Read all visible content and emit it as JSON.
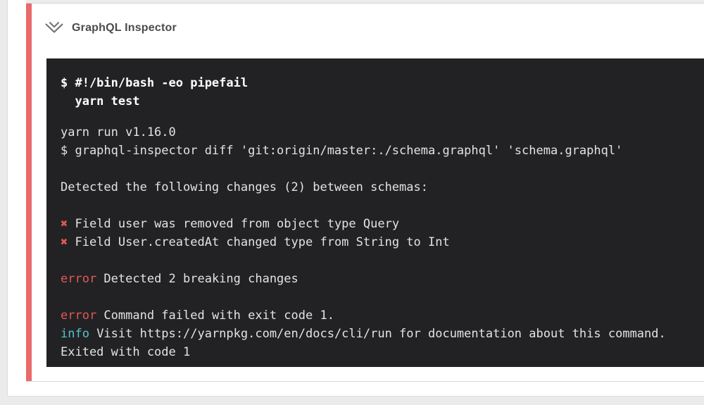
{
  "colors": {
    "page_background": "#ebebeb",
    "panel_background": "#ffffff",
    "panel_border": "#dcdcdc",
    "stripe_red": "#e96a6a",
    "terminal_background": "#222225",
    "terminal_text": "#e3e3e3",
    "command_text": "#ffffff",
    "error_red": "#e25858",
    "info_cyan": "#57c3ce",
    "title_text": "#4b4b4b"
  },
  "step": {
    "title": "GraphQL Inspector",
    "status": "failed",
    "collapse_icon": "double-chevron-down-icon"
  },
  "terminal": {
    "command_lines": [
      "$ #!/bin/bash -eo pipefail",
      "  yarn test"
    ],
    "output_lines": [
      [
        {
          "text": "yarn run v1.16.0"
        }
      ],
      [
        {
          "text": "$ graphql-inspector diff 'git:origin/master:./schema.graphql' 'schema.graphql'"
        }
      ],
      [],
      [
        {
          "text": "Detected the following changes (2) between schemas:"
        }
      ],
      [],
      [
        {
          "text": "✖",
          "color": "red",
          "name": "breaking-change-icon"
        },
        {
          "text": " Field user was removed from object type Query"
        }
      ],
      [
        {
          "text": "✖",
          "color": "red",
          "name": "breaking-change-icon"
        },
        {
          "text": " Field User.createdAt changed type from String to Int"
        }
      ],
      [],
      [
        {
          "text": "error",
          "color": "red",
          "name": "error-label"
        },
        {
          "text": " Detected 2 breaking changes"
        }
      ],
      [],
      [
        {
          "text": "error",
          "color": "red",
          "name": "error-label"
        },
        {
          "text": " Command failed with exit code 1."
        }
      ],
      [
        {
          "text": "info",
          "color": "cyan",
          "name": "info-label"
        },
        {
          "text": " Visit https://yarnpkg.com/en/docs/cli/run for documentation about this command."
        }
      ],
      [
        {
          "text": "Exited with code 1"
        }
      ]
    ]
  }
}
